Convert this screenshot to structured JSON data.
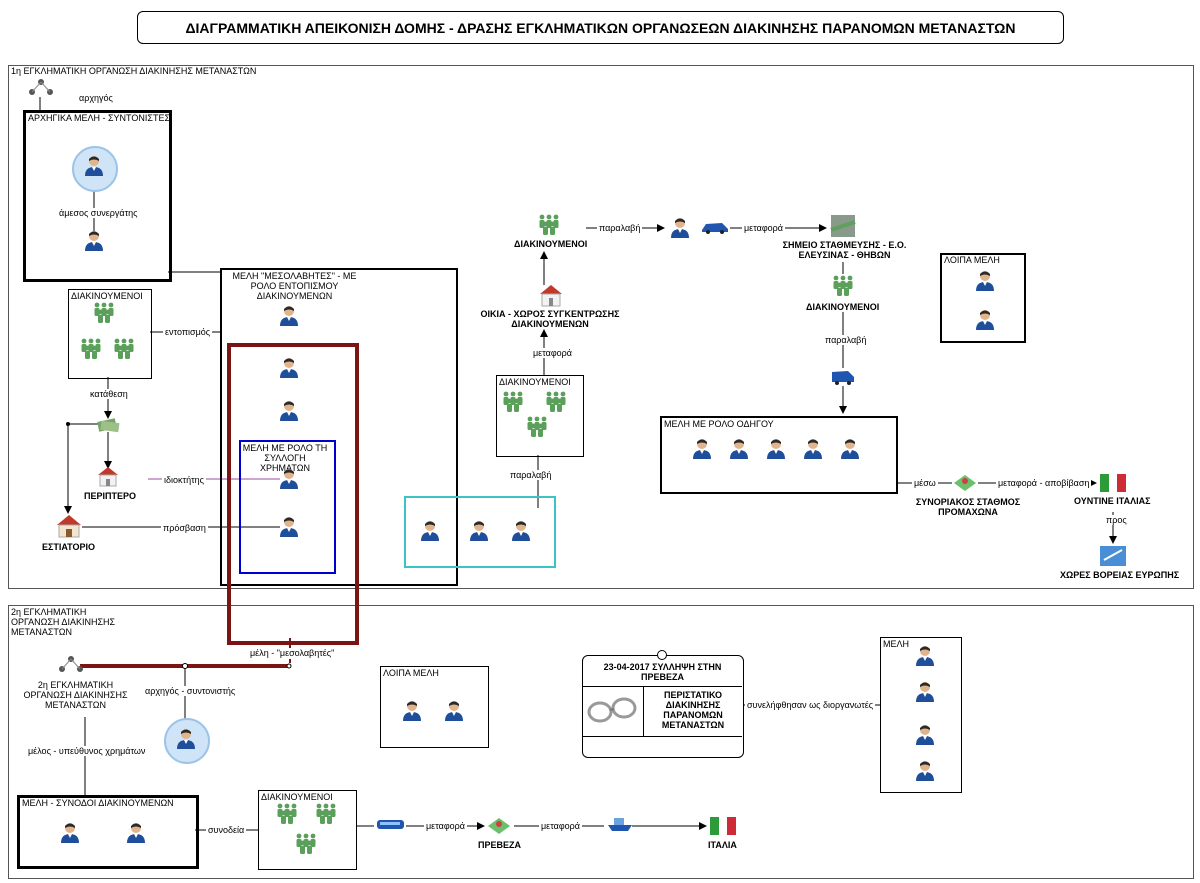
{
  "title": "ΔΙΑΓΡΑΜΜΑΤΙΚΗ ΑΠΕΙΚΟΝΙΣΗ ΔΟΜΗΣ - ΔΡΑΣΗΣ ΕΓΚΛΗΜΑΤΙΚΩΝ ΟΡΓΑΝΩΣΕΩΝ ΔΙΑΚΙΝΗΣΗΣ ΠΑΡΑΝΟΜΩΝ ΜΕΤΑΝΑΣΤΩΝ",
  "org1": {
    "label": "1η ΕΓΚΛΗΜΑΤΙΚΗ ΟΡΓΑΝΩΣΗ ΔΙΑΚΙΝΗΣΗΣ ΜΕΤΑΝΑΣΤΩΝ",
    "leader_edge": "αρχηγός",
    "coordinators_label": "ΑΡΧΗΓΙΚΑ ΜΕΛΗ - ΣΥΝΤΟΝΙΣΤΕΣ",
    "associate_edge": "άμεσος συνεργάτης",
    "migrants_left_label": "ΔΙΑΚΙΝΟΥΜΕΝΟΙ",
    "locate_edge": "εντοπισμός",
    "deposit_edge": "κατάθεση",
    "kiosk": "ΠΕΡΙΠΤΕΡΟ",
    "restaurant": "ΕΣΤΙΑΤΟΡΙΟ",
    "owner_edge": "ιδιοκτήτης",
    "access_edge": "πρόσβαση",
    "middlemen_label": "ΜΕΛΗ \"ΜΕΣΟΛΑΒΗΤΕΣ\" - ΜΕ ΡΟΛΟ ΕΝΤΟΠΙΣΜΟΥ ΔΙΑΚΙΝΟΥΜΕΝΩΝ",
    "money_label": "ΜΕΛΗ ΜΕ ΡΟΛΟ ΤΗ ΣΥΛΛΟΓΗ ΧΡΗΜΑΤΩΝ",
    "migrants_mid_label": "ΔΙΑΚΙΝΟΥΜΕΝΟΙ",
    "receive_edge": "παραλαβή",
    "transport_edge": "μεταφορά",
    "house": "ΟΙΚΙΑ - ΧΩΡΟΣ ΣΥΓΚΕΝΤΡΩΣΗΣ ΔΙΑΚΙΝΟΥΜΕΝΩΝ",
    "migrants_top": "ΔΙΑΚΙΝΟΥΜΕΝΟΙ",
    "receive_edge2": "παραλαβή",
    "transport_edge2": "μεταφορά",
    "parking": "ΣΗΜΕΙΟ ΣΤΑΘΜΕΥΣΗΣ - Ε.Ο. ΕΛΕΥΣΙΝΑΣ - ΘΗΒΩΝ",
    "migrants_right": "ΔΙΑΚΙΝΟΥΜΕΝΟΙ",
    "receive_edge3": "παραλαβή",
    "other_members": "ΛΟΙΠΑ ΜΕΛΗ",
    "drivers_label": "ΜΕΛΗ ΜΕ ΡΟΛΟ ΟΔΗΓΟΥ",
    "via_edge": "μέσω",
    "border": "ΣΥΝΟΡΙΑΚΟΣ ΣΤΑΘΜΟΣ ΠΡΟΜΑΧΩΝΑ",
    "transport_unload_edge": "μεταφορά - αποβίβαση",
    "italy_ship": "ΟΥΝΤΙΝΕ ΙΤΑΛΙΑΣ",
    "to_edge": "προς",
    "north_europe": "ΧΩΡΕΣ ΒΟΡΕΙΑΣ ΕΥΡΩΠΗΣ"
  },
  "org2": {
    "label": "2η ΕΓΚΛΗΜΑΤΙΚΗ ΟΡΓΑΝΩΣΗ ΔΙΑΚΙΝΗΣΗΣ ΜΕΤΑΝΑΣΤΩΝ",
    "node_label": "2η ΕΓΚΛΗΜΑΤΙΚΗ ΟΡΓΑΝΩΣΗ ΔΙΑΚΙΝΗΣΗΣ ΜΕΤΑΝΑΣΤΩΝ",
    "middlemen_edge": "μέλη - \"μεσολαβητές\"",
    "leader_coord_edge": "αρχηγός - συντονιστής",
    "money_member_edge": "μέλος - υπεύθυνος χρημάτων",
    "escorts_label": "ΜΕΛΗ - ΣΥΝΟΔΟΙ ΔΙΑΚΙΝΟΥΜΕΝΩΝ",
    "escort_edge": "συνοδεία",
    "migrants_label": "ΔΙΑΚΙΝΟΥΜΕΝΟΙ",
    "transport_edge": "μεταφορά",
    "preveza": "ΠΡΕΒΕΖΑ",
    "transport_edge2": "μεταφορά",
    "italy": "ΙΤΑΛΙΑ",
    "other_members": "ΛΟΙΠΑ ΜΕΛΗ",
    "arrest_date": "23-04-2017 ΣΥΛΛΗΨΗ ΣΤΗΝ ΠΡΕΒΕΖΑ",
    "incident": "ΠΕΡΙΣΤΑΤΙΚΟ ΔΙΑΚΙΝΗΣΗΣ ΠΑΡΑΝΟΜΩΝ ΜΕΤΑΝΑΣΤΩΝ",
    "arrested_edge": "συνελήφθησαν ως διοργανωτές",
    "members_label": "ΜΕΛΗ"
  },
  "colors": {
    "person_blue": "#1f4e9a",
    "migrant_green": "#5aa05a",
    "maroon": "#7b1515",
    "blue_box": "#0000cc",
    "cyan_box": "#3cc4c4",
    "purple_line": "#9c4aa0"
  }
}
